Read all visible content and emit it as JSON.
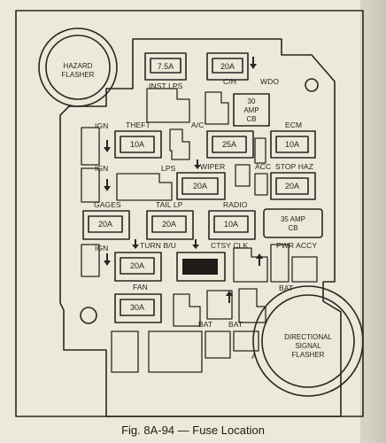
{
  "labels": {
    "hazard": [
      "HAZARD",
      "FLASHER"
    ],
    "inst_lps": "INST LPS",
    "ch": "C/H",
    "wdo": "WDO",
    "cb30": [
      "30",
      "AMP",
      "CB"
    ],
    "ign1": "IGN",
    "theft": "THEFT",
    "ac": "A/C",
    "ecm": "ECM",
    "ign2": "IGN",
    "lps": "LPS",
    "wiper": "WIPER",
    "acc": "ACC",
    "stop_haz": "STOP HAZ",
    "gages": "GAGES",
    "tail_lp": "TAIL LP",
    "radio": "RADIO",
    "cb35": [
      "35 AMP",
      "CB"
    ],
    "ign3": "IGN",
    "turn_bu": "TURN B/U",
    "ctsy_clk": "CTSY CLK",
    "pwr_accy": "PWR ACCY",
    "fan": "FAN",
    "bat1": "BAT",
    "bat2": "BAT",
    "bat3": "BAT",
    "a": "A",
    "directional": [
      "DIRECTIONAL",
      "SIGNAL",
      "FLASHER"
    ]
  },
  "fuses": {
    "f1": "7.5A",
    "f2": "20A",
    "f3": "10A",
    "f4": "25A",
    "f5": "10A",
    "f6": "20A",
    "f7": "20A",
    "f8": "20A",
    "f9": "20A",
    "f10": "10A",
    "f11": "20A",
    "f12": "30A"
  },
  "caption": "Fig. 8A-94 — Fuse Location"
}
